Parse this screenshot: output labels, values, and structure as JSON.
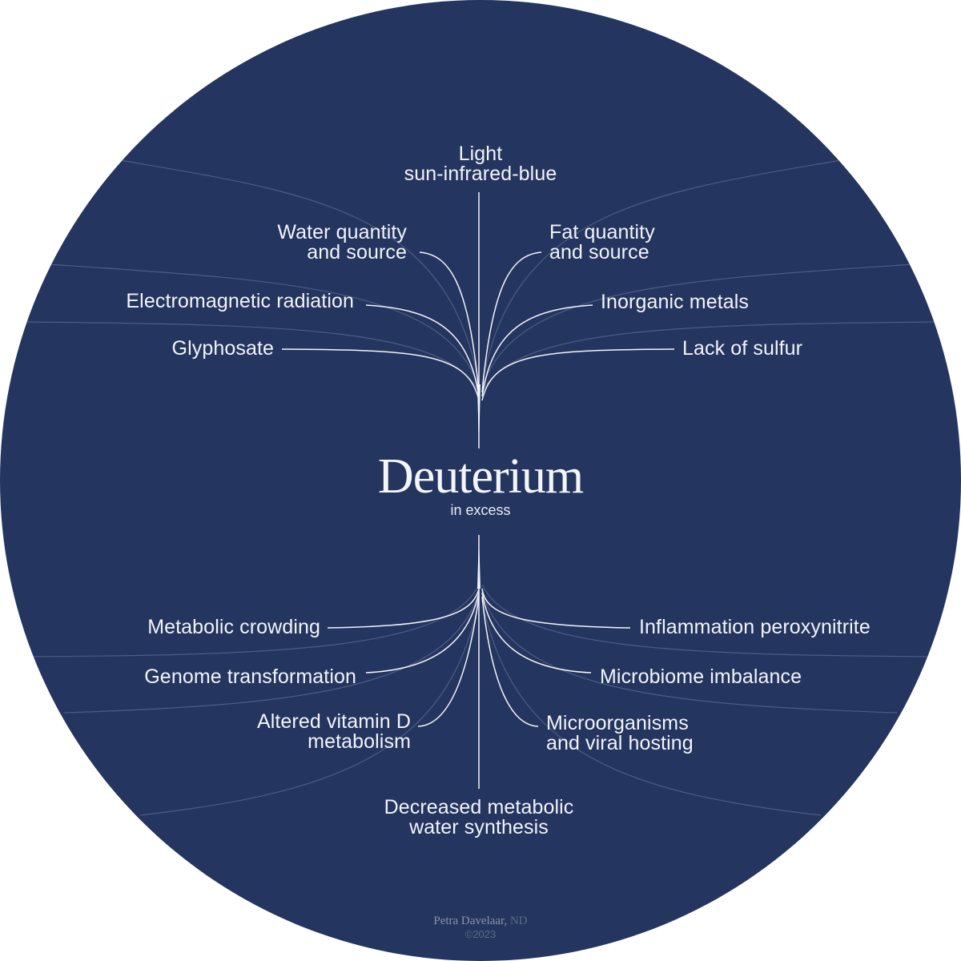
{
  "colors": {
    "background": "#ffffff",
    "disc": "#24355f",
    "text": "#f2f4f8",
    "line_primary": "#f2f4f8",
    "line_faint": "#4d5d84",
    "credit": "#8a94ad"
  },
  "center": {
    "title": "Deuterium",
    "subtitle": "in excess"
  },
  "causes": [
    {
      "id": "light",
      "line1": "Light",
      "line2": "sun-infrared-blue"
    },
    {
      "id": "water",
      "line1": "Water quantity",
      "line2": "and source"
    },
    {
      "id": "fat",
      "line1": "Fat quantity",
      "line2": "and source"
    },
    {
      "id": "emr",
      "line1": "Electromagnetic radiation"
    },
    {
      "id": "metals",
      "line1": "Inorganic metals"
    },
    {
      "id": "glyphosate",
      "line1": "Glyphosate"
    },
    {
      "id": "sulfur",
      "line1": "Lack of sulfur"
    }
  ],
  "effects": [
    {
      "id": "crowding",
      "line1": "Metabolic crowding"
    },
    {
      "id": "inflammation",
      "line1": "Inflammation peroxynitrite"
    },
    {
      "id": "genome",
      "line1": "Genome transformation"
    },
    {
      "id": "microbiome",
      "line1": "Microbiome imbalance"
    },
    {
      "id": "vitd",
      "line1": "Altered vitamin D",
      "line2": "metabolism"
    },
    {
      "id": "microorganisms",
      "line1": "Microorganisms",
      "line2": "and viral hosting"
    },
    {
      "id": "water_synth",
      "line1": "Decreased metabolic",
      "line2": "water synthesis"
    }
  ],
  "credit": {
    "author": "Petra Davelaar,",
    "suffix": "ND",
    "copyright": "©2023"
  }
}
